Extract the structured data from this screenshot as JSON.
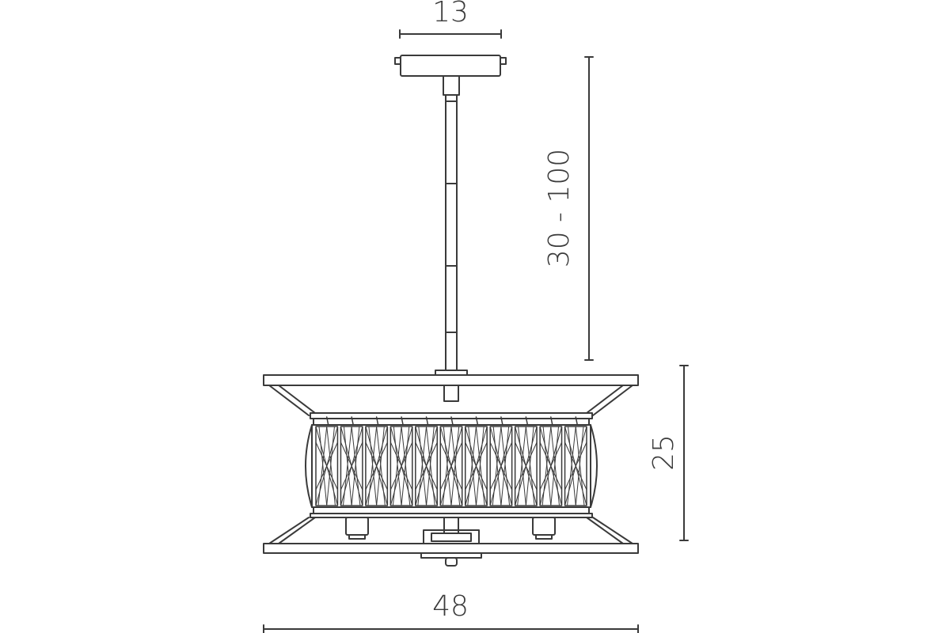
{
  "dimensions": {
    "top_width": "13",
    "drop_range": "30 - 100",
    "body_height": "25",
    "overall_width": "48"
  },
  "colors": {
    "line": "#3a3a3a",
    "background": "#ffffff"
  }
}
